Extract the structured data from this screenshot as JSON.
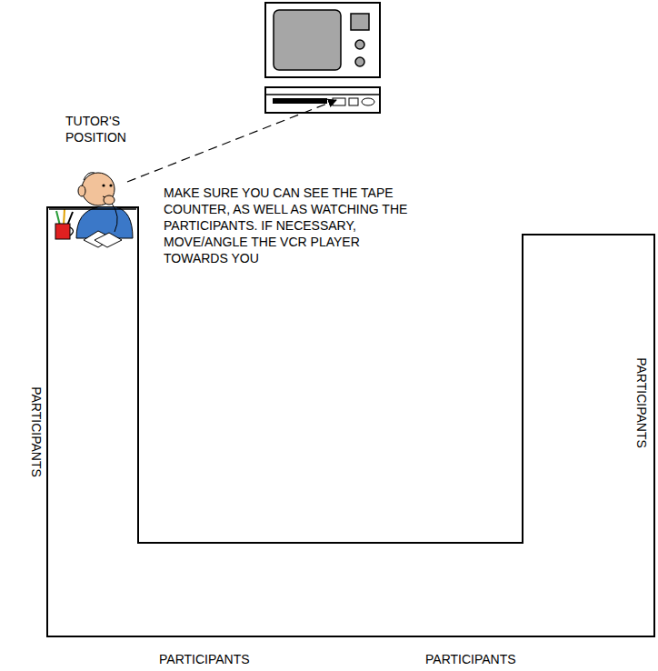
{
  "diagram": {
    "labels": [
      "TUTOR'S POSITION",
      "MAKE SURE YOU CAN SEE THE TAPE COUNTER, AS WELL AS WATCHING THE PARTICIPANTS. IF NECESSARY, MOVE/ANGLE THE VCR PLAYER TOWARDS YOU",
      "PARTICIPANTS",
      "PARTICIPANTS",
      "PARTICIPANTS",
      "PARTICIPANTS"
    ]
  }
}
